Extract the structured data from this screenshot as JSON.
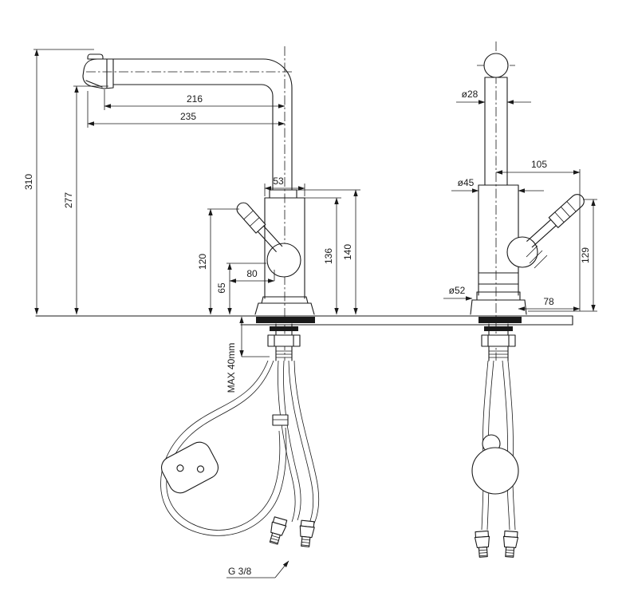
{
  "drawing_type": "faucet-technical-drawing",
  "front_view": {
    "spout_reach": "216",
    "total_reach": "235",
    "total_height": "310",
    "spout_height": "277",
    "body_width": "53",
    "handle_length": "120",
    "lower_height": "65",
    "handle_reach": "80",
    "body_height": "136",
    "top_height": "140",
    "max_counter": "MAX 40mm",
    "thread_size": "G 3/8"
  },
  "side_view": {
    "spout_diameter": "ø28",
    "handle_projection": "105",
    "body_diameter": "ø45",
    "base_diameter": "ø52",
    "base_projection": "78",
    "handle_height": "129"
  },
  "colors": {
    "line": "#1a1a1a",
    "background": "#ffffff"
  }
}
